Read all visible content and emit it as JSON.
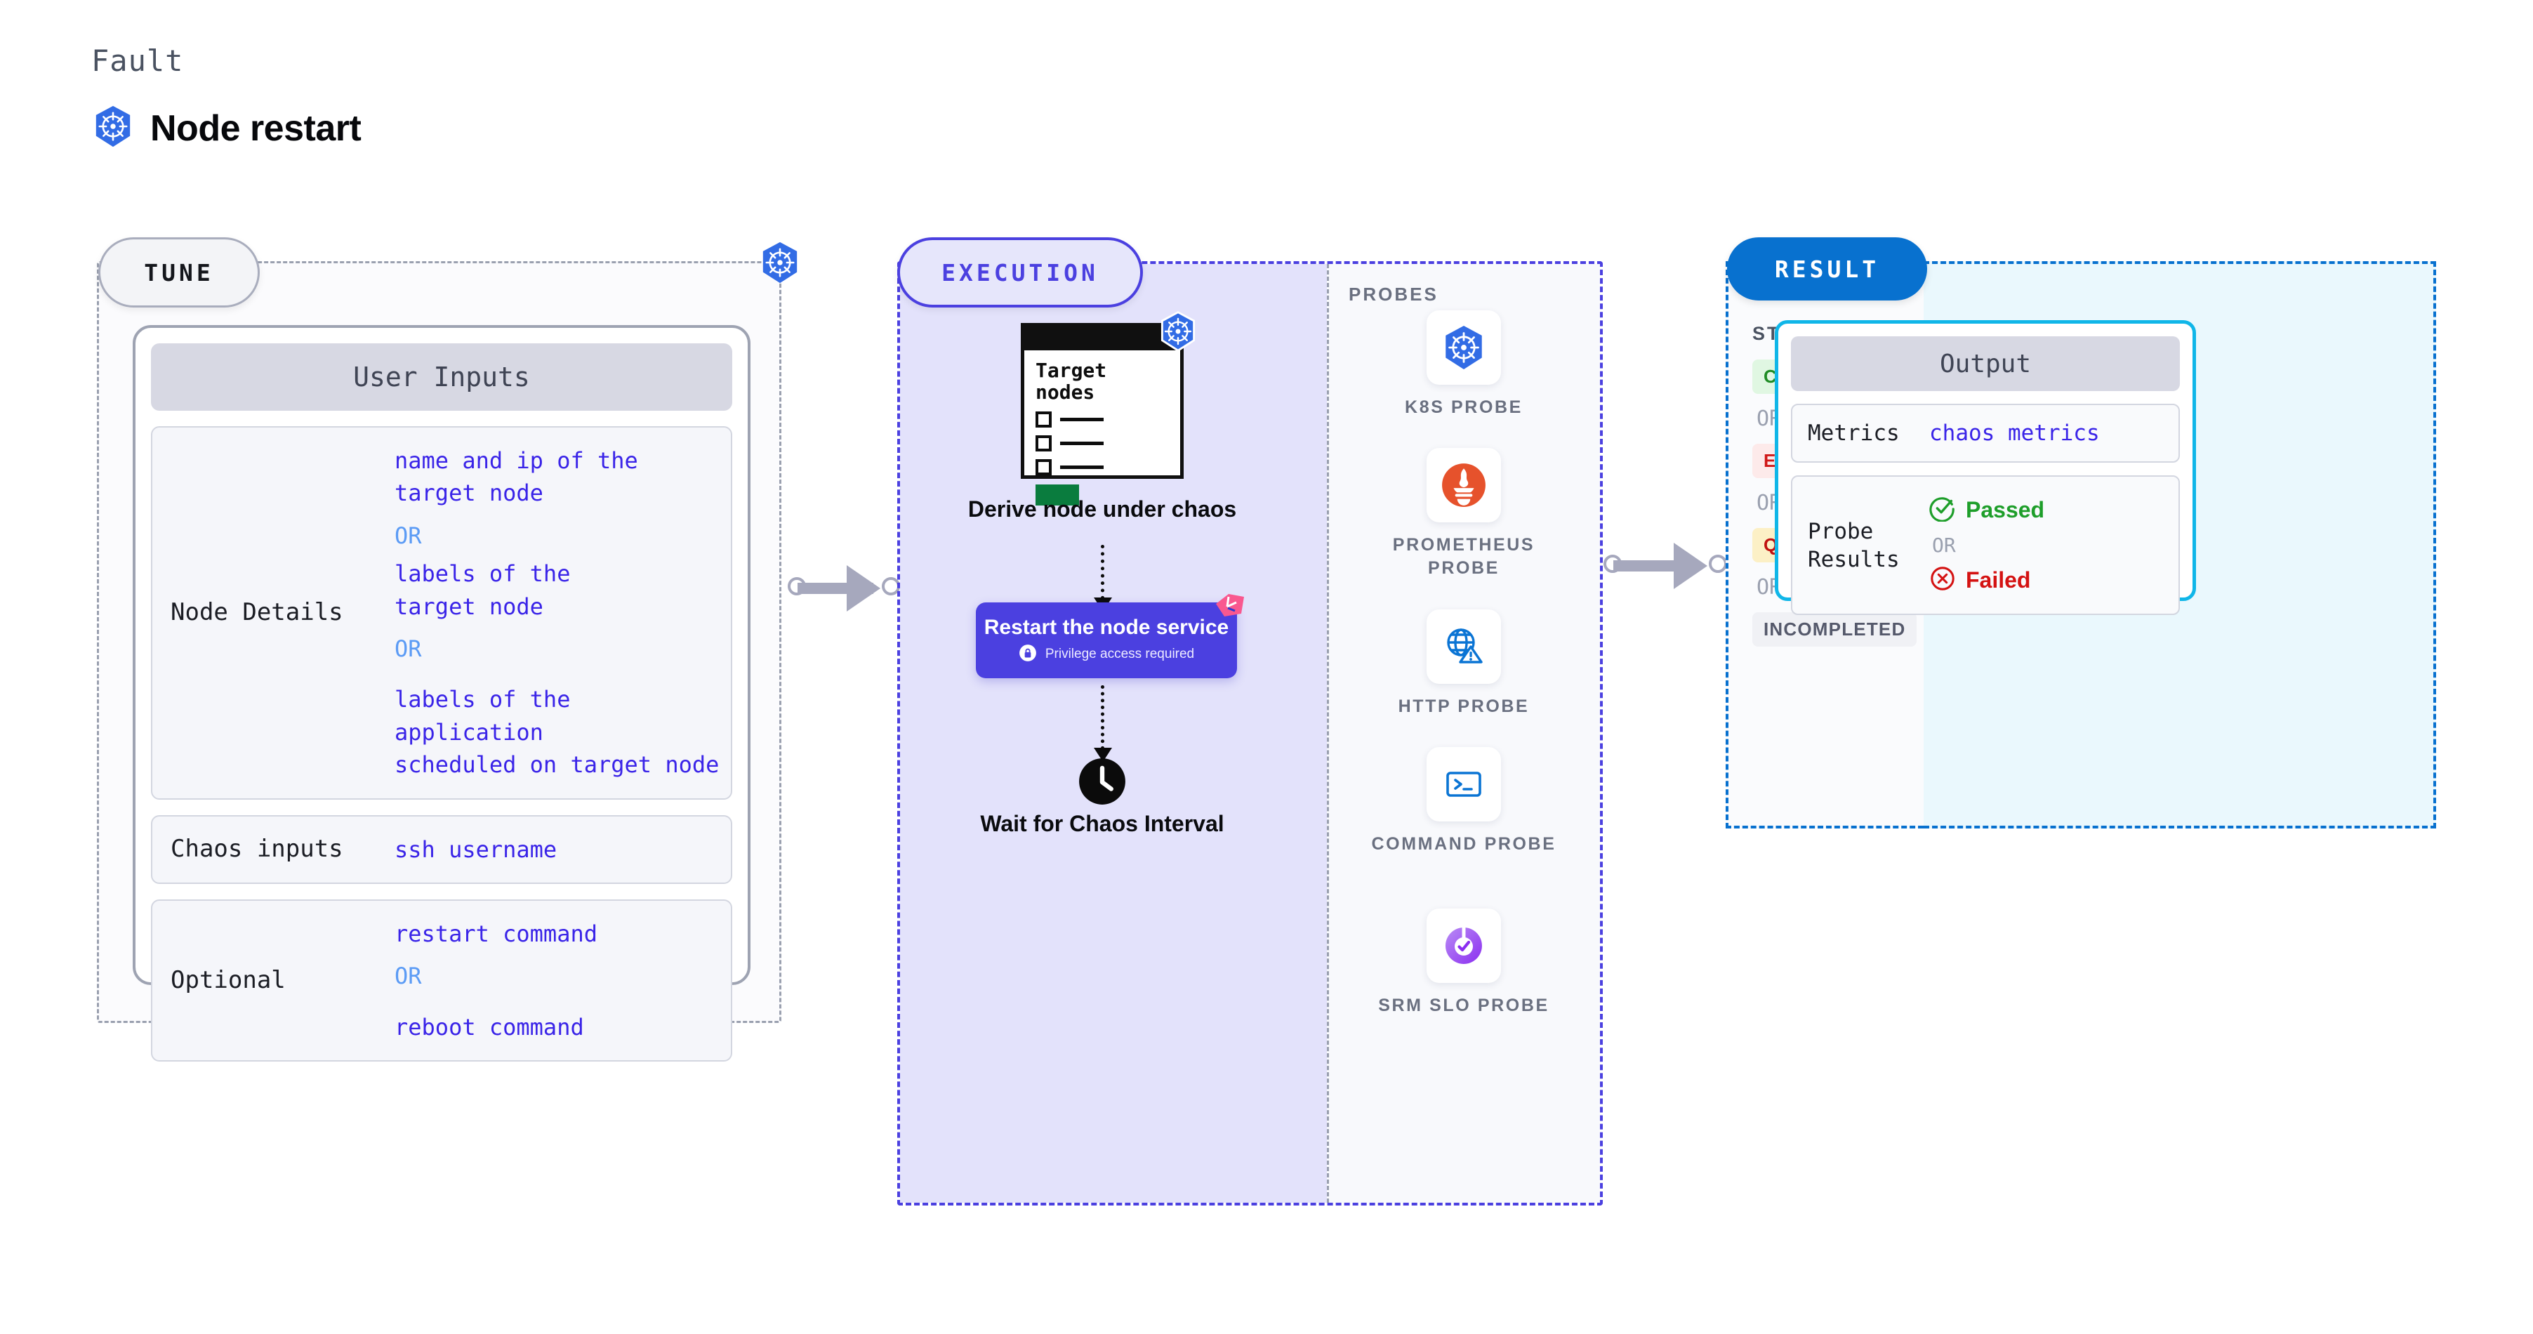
{
  "header": {
    "fault_label": "Fault",
    "title": "Node restart",
    "logo_icon": "kubernetes-icon"
  },
  "tune": {
    "badge": "TUNE",
    "corner_icon": "kubernetes-icon",
    "card_title": "User Inputs",
    "rows": [
      {
        "key": "Node Details",
        "values": [
          {
            "type": "main",
            "text": "name and ip of the"
          },
          {
            "type": "main",
            "text": "target node"
          },
          {
            "type": "or",
            "text": "OR"
          },
          {
            "type": "main",
            "text": "labels of the"
          },
          {
            "type": "main",
            "text": "target node"
          },
          {
            "type": "or",
            "text": "OR"
          },
          {
            "type": "gap",
            "text": ""
          },
          {
            "type": "main",
            "text": "labels of the application"
          },
          {
            "type": "main",
            "text": " scheduled on target node"
          }
        ]
      },
      {
        "key": "Chaos inputs",
        "values": [
          {
            "type": "main",
            "text": "ssh username"
          }
        ]
      },
      {
        "key": "Optional",
        "values": [
          {
            "type": "main",
            "text": "restart command"
          },
          {
            "type": "or",
            "text": "OR"
          },
          {
            "type": "gap",
            "text": ""
          },
          {
            "type": "main",
            "text": "reboot command"
          }
        ]
      }
    ]
  },
  "execution": {
    "badge": "EXECUTION",
    "target_card": {
      "heading": "Target nodes",
      "corner_icon": "kubernetes-icon",
      "checklist_count": 3,
      "progress_icon": "green-bar"
    },
    "steps": [
      {
        "caption": "Derive node under chaos"
      },
      {
        "caption": "Restart the node service",
        "subtitle": "Privilege access required",
        "lock_icon": "lock-icon",
        "marker_icon": "fault-injection-marker-icon"
      },
      {
        "caption": "Wait for Chaos Interval",
        "icon": "clock-icon"
      }
    ],
    "probes_label": "PROBES",
    "probes": [
      {
        "label": "K8S PROBE",
        "icon": "kubernetes-icon"
      },
      {
        "label": "PROMETHEUS PROBE",
        "icon": "prometheus-icon"
      },
      {
        "label": "HTTP PROBE",
        "icon": "globe-warning-icon"
      },
      {
        "label": "COMMAND PROBE",
        "icon": "terminal-icon"
      },
      {
        "label": "SRM SLO PROBE",
        "icon": "srm-slo-donut-icon"
      }
    ]
  },
  "result": {
    "badge": "RESULT",
    "status_label": "STATUS",
    "statuses": [
      {
        "text": "COMPLETED",
        "color": "#1e8c24",
        "bg": "#e0f7e2"
      },
      {
        "text": "ERRORED",
        "color": "#d01818",
        "bg": "#fdeaea"
      },
      {
        "text": "QUEUED",
        "color": "#c01010",
        "bg": "#fcf0c6"
      },
      {
        "text": "INCOMPLETED",
        "color": "#55596b",
        "bg": "#f0f1f5"
      }
    ],
    "or_text": "OR",
    "output": {
      "title": "Output",
      "metrics_key": "Metrics",
      "metrics_value": "chaos metrics",
      "probe_key": "Probe Results",
      "passed_text": "Passed",
      "passed_icon": "check-circle-icon",
      "failed_text": "Failed",
      "failed_icon": "x-circle-icon",
      "or_text": "OR"
    }
  },
  "colors": {
    "kubernetes_blue": "#326ce5",
    "execution_purple": "#4b40e0",
    "result_blue": "#0871cf",
    "output_cyan": "#10b6e8",
    "pink_marker": "#f9588f",
    "value_indigo": "#3a24e8",
    "or_blue": "#5b9bf5",
    "pass_green": "#1e9e2a",
    "fail_red": "#d41212"
  }
}
